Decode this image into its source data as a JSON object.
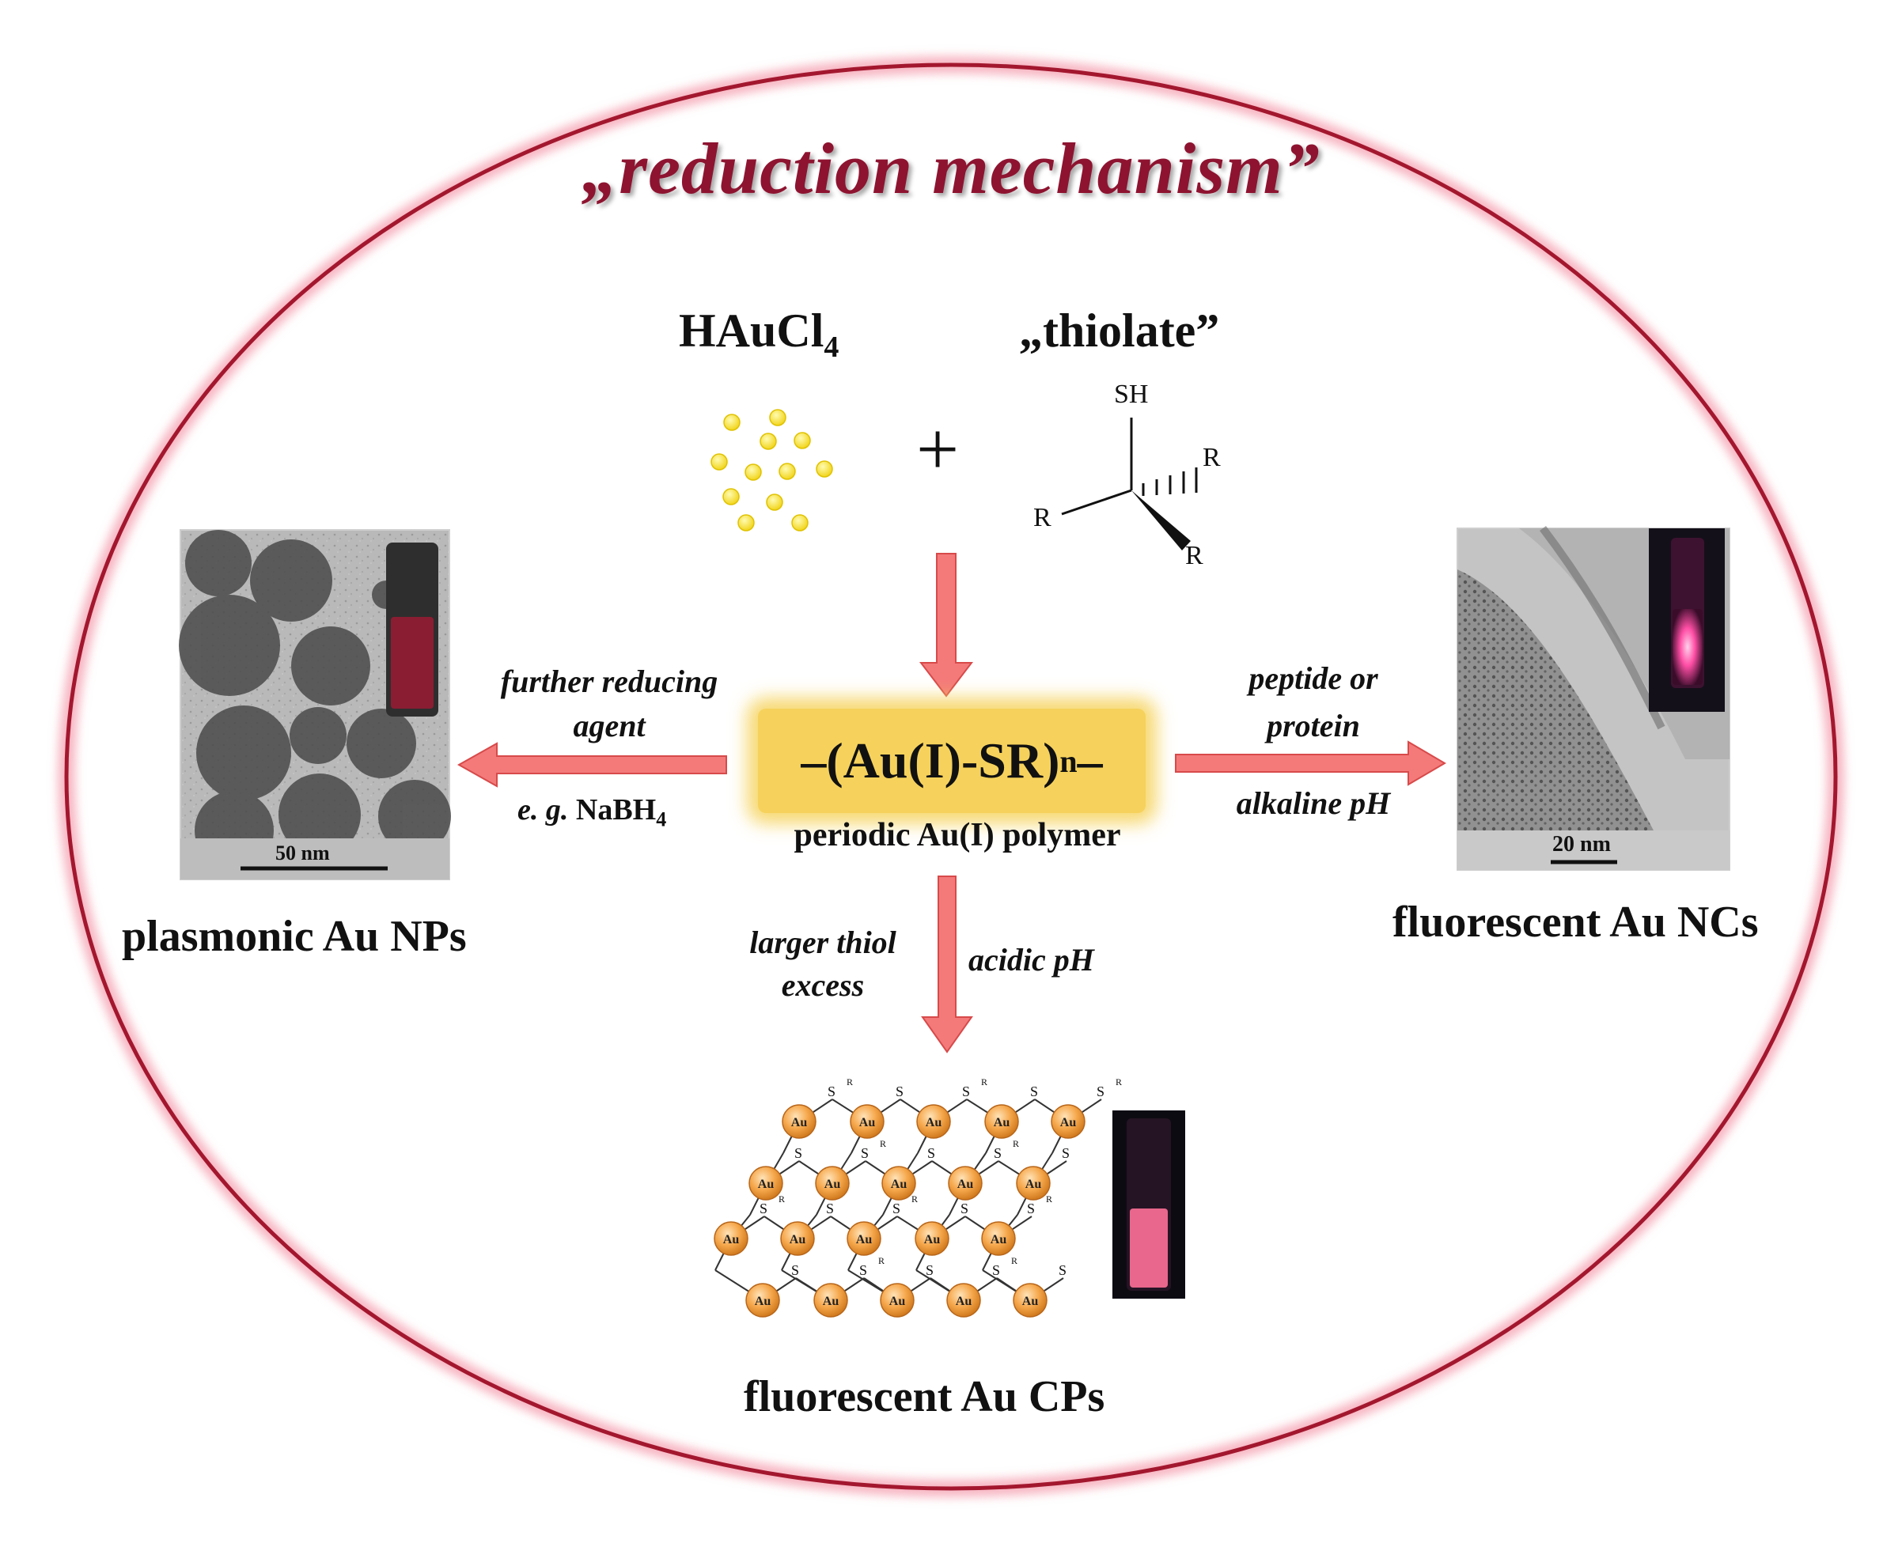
{
  "title": "„reduction mechanism”",
  "reactants": {
    "gold_salt": {
      "text": "HAuCl",
      "subscript": "4"
    },
    "plus": "+",
    "thiolate": {
      "label": "„thiolate”",
      "sh": "SH",
      "r": "R"
    }
  },
  "center": {
    "formula_prefix": "–(Au(I)-SR)",
    "formula_sub": "n",
    "formula_suffix": "–",
    "caption": "periodic Au(I) polymer"
  },
  "left_path": {
    "condition_line1": "further reducing",
    "condition_line2": "agent",
    "example_prefix": "e. g.",
    "example_text": "NaBH",
    "example_sub": "4",
    "product": "plasmonic Au NPs",
    "scale_bar": "50 nm"
  },
  "right_path": {
    "condition_line1": "peptide or",
    "condition_line2": "protein",
    "condition_line3": "alkaline pH",
    "product": "fluorescent Au NCs",
    "scale_bar": "20 nm"
  },
  "bottom_path": {
    "condition_left_line1": "larger thiol",
    "condition_left_line2": "excess",
    "condition_right": "acidic pH",
    "product": "fluorescent Au CPs",
    "lattice_atom_label": "Au",
    "lattice_s_label": "S",
    "lattice_r_label": "R"
  },
  "colors": {
    "title": "#8e1330",
    "arrow": "#ef6b6b",
    "ellipse": "#a3172e",
    "highlight": "#f6d25c",
    "gold_dot": "#f6e04a",
    "au_atom": "#f5a64a",
    "fluorescence": "#ff5a9a"
  }
}
